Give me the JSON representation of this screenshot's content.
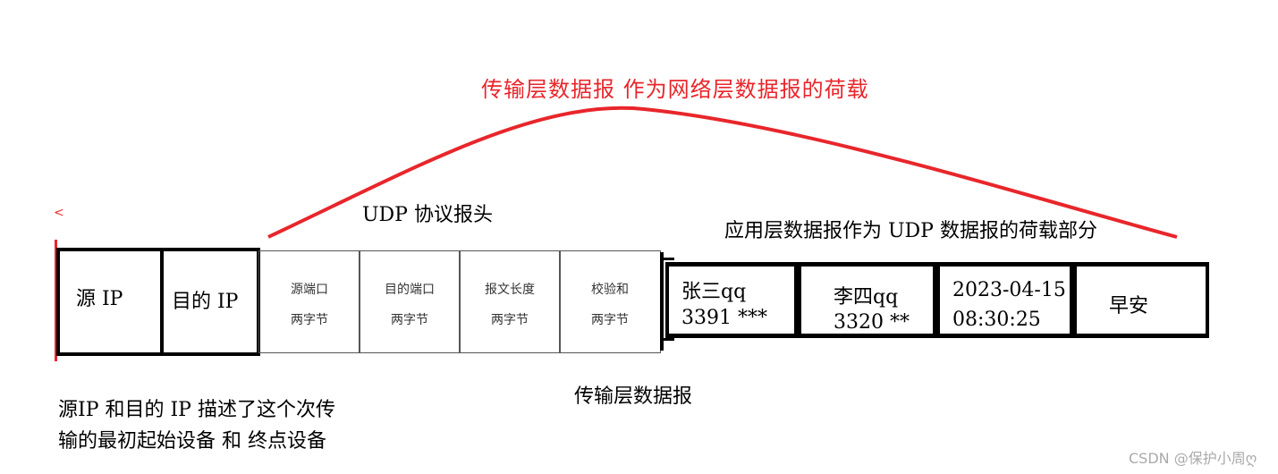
{
  "diagram": {
    "curve_label": "传输层数据报 作为网络层数据报的荷载",
    "udp_header_title": "UDP 协议报头",
    "app_payload_title": "应用层数据报作为 UDP 数据报的荷载部分",
    "stray_mark": "<",
    "ip_fields": [
      {
        "label": "源 IP"
      },
      {
        "label": "目的 IP"
      }
    ],
    "udp_fields": [
      {
        "name": "源端口",
        "size": "两字节"
      },
      {
        "name": "目的端口",
        "size": "两字节"
      },
      {
        "name": "报文长度",
        "size": "两字节"
      },
      {
        "name": "校验和",
        "size": "两字节"
      }
    ],
    "payload": [
      {
        "line1": "张三qq",
        "line2": "3391 ***"
      },
      {
        "line1": "李四qq",
        "line2": "3320 **"
      },
      {
        "line1": "2023-04-15",
        "line2": "08:30:25"
      },
      {
        "line1": "早安",
        "line2": ""
      }
    ],
    "transport_label": "传输层数据报",
    "description": [
      "源IP 和目的 IP 描述了这个次传",
      "输的最初起始设备 和 终点设备"
    ],
    "watermark": "CSDN @保护小周ღ",
    "colors": {
      "accent": "#e8262b",
      "border": "#000000",
      "text": "#000000"
    }
  }
}
